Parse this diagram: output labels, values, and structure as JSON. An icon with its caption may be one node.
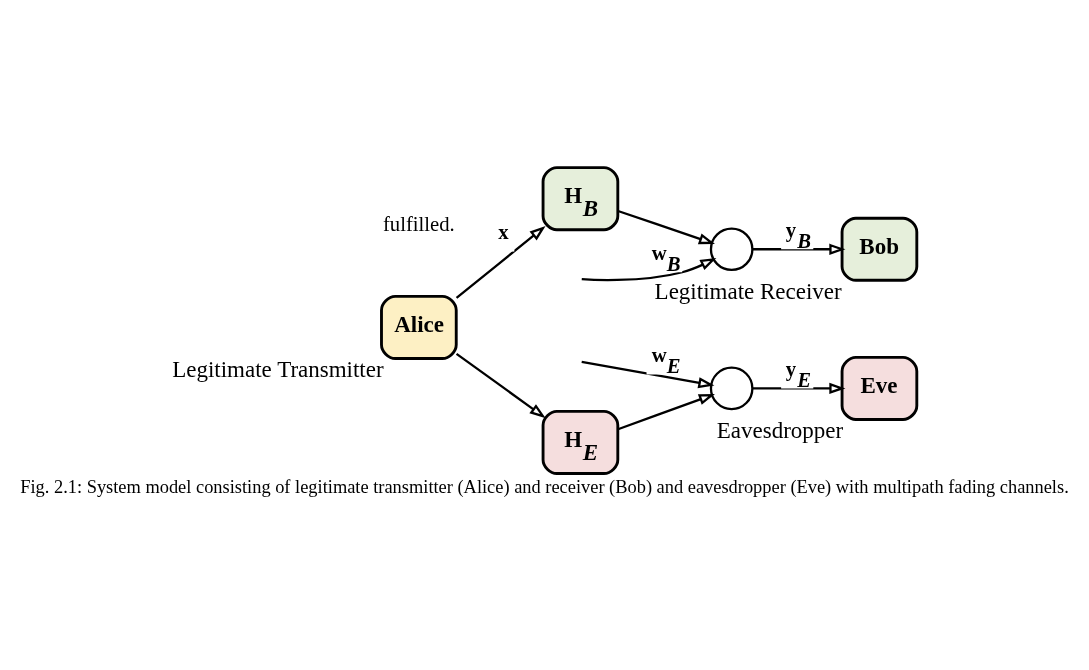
{
  "diagram": {
    "caption": "Fig. 2.1: System model consisting of legitimate transmitter (Alice) and receiver (Bob) and eavesdropper (Eve) with multipath fading channels.",
    "nodes": [
      {
        "text": [
          "Alice"
        ],
        "beside": [
          "Legitimate Transmitter"
        ]
      },
      {
        "text": [
          "H$_{B}$"
        ]
      },
      {
        "text": [],
        "shape": "circle"
      },
      {
        "text": [
          "Bob"
        ],
        "beside": [
          "Legitimate Receiver"
        ]
      },
      {
        "text": [
          "H$_{E}$"
        ]
      },
      {
        "text": [],
        "shape": "circle"
      },
      {
        "text": [
          "Eve"
        ],
        "beside": [
          "Eavesdropper"
        ]
      }
    ],
    "edges": [
      {
        "from": 0,
        "to": 1,
        "arrow": "to",
        "label": "x"
      },
      {
        "from": 0,
        "to": 4,
        "arrow": "to"
      },
      {
        "from": 1,
        "to": 2,
        "arrow": "to"
      },
      {
        "from": null,
        "to": 2,
        "arrow": "to",
        "label": "w$_{B}$"
      },
      {
        "from": 2,
        "to": 3,
        "arrow": "to",
        "label": "y$_{B}$"
      },
      {
        "from": 4,
        "to": 5,
        "arrow": "to"
      },
      {
        "from": null,
        "to": 5,
        "arrow": "to",
        "label": "w$_{E}$"
      },
      {
        "from": 5,
        "to": 6,
        "arrow": "to",
        "label": "y$_{E}$"
      }
    ],
    "labels": [
      "fulfilled."
    ]
  }
}
